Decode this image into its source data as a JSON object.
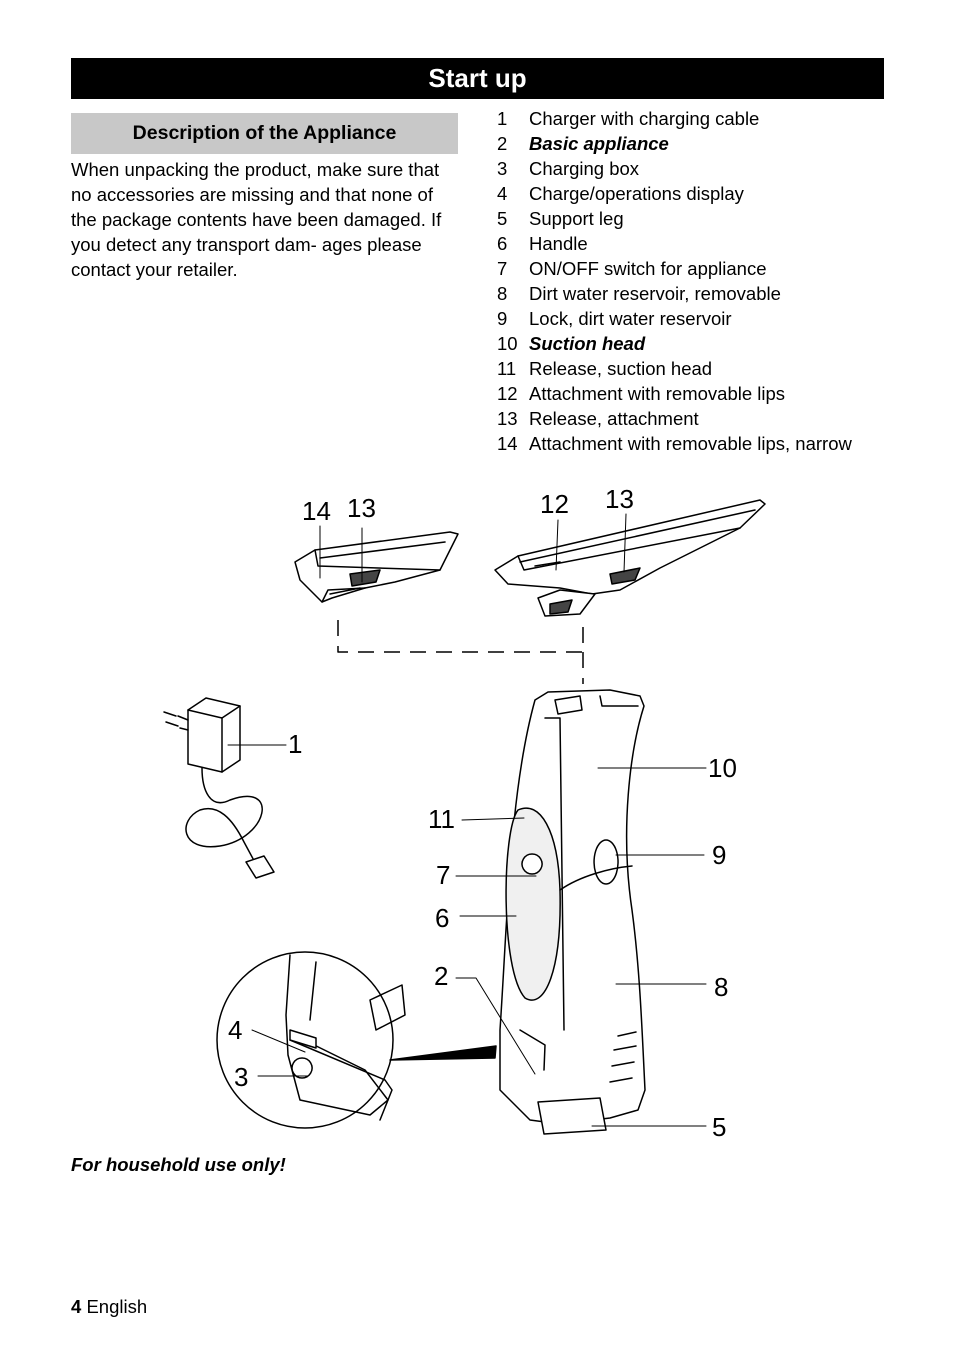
{
  "section_title": "Start up",
  "subsection_title": "Description of the Appliance",
  "intro_text": "When unpacking the product, make sure that no accessories are missing and that none of the package contents have been damaged. If you detect any transport dam- ages please contact your retailer.",
  "parts": [
    {
      "num": "1",
      "label": "Charger with charging cable",
      "emphasis": false
    },
    {
      "num": "2",
      "label": "Basic appliance",
      "emphasis": true
    },
    {
      "num": "3",
      "label": "Charging box",
      "emphasis": false
    },
    {
      "num": "4",
      "label": "Charge/operations display",
      "emphasis": false
    },
    {
      "num": "5",
      "label": "Support leg",
      "emphasis": false
    },
    {
      "num": "6",
      "label": "Handle",
      "emphasis": false
    },
    {
      "num": "7",
      "label": "ON/OFF switch for appliance",
      "emphasis": false
    },
    {
      "num": "8",
      "label": "Dirt water reservoir, removable",
      "emphasis": false
    },
    {
      "num": "9",
      "label": "Lock, dirt water reservoir",
      "emphasis": false
    },
    {
      "num": "10",
      "label": "Suction head",
      "emphasis": true
    },
    {
      "num": "11",
      "label": "Release, suction head",
      "emphasis": false
    },
    {
      "num": "12",
      "label": "Attachment with removable lips",
      "emphasis": false
    },
    {
      "num": "13",
      "label": "Release, attachment",
      "emphasis": false
    },
    {
      "num": "14",
      "label": "Attachment with removable lips, narrow",
      "emphasis": false
    }
  ],
  "figure_callouts": {
    "c14": "14",
    "c13a": "13",
    "c12": "12",
    "c13b": "13",
    "c1": "1",
    "c10": "10",
    "c11": "11",
    "c9": "9",
    "c7": "7",
    "c6": "6",
    "c2": "2",
    "c8": "8",
    "c4": "4",
    "c3": "3",
    "c5": "5"
  },
  "household_note": "For household use only!",
  "footer": {
    "page_number": "4",
    "language": "English"
  }
}
